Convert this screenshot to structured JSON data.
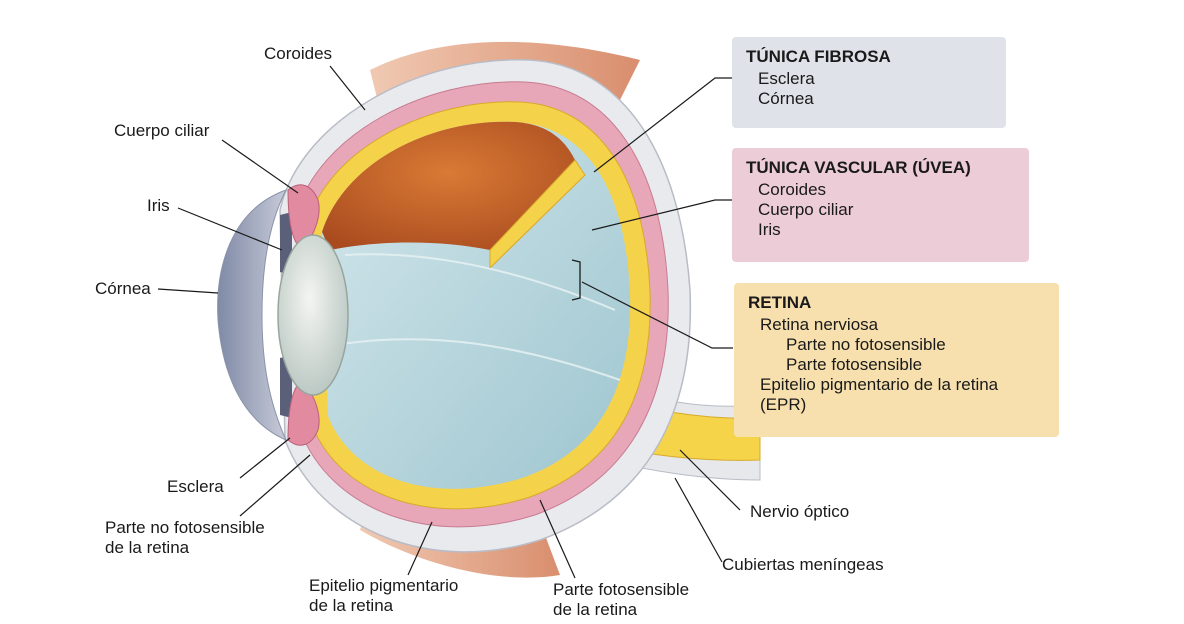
{
  "labels": {
    "coroides": "Coroides",
    "cuerpo_ciliar": "Cuerpo ciliar",
    "iris": "Iris",
    "cornea": "Córnea",
    "esclera": "Esclera",
    "parte_no_foto_1": "Parte no fotosensible",
    "parte_no_foto_2": "de la retina",
    "epitelio_1": "Epitelio pigmentario",
    "epitelio_2": "de la retina",
    "parte_foto_1": "Parte fotosensible",
    "parte_foto_2": "de la retina",
    "nervio_optico": "Nervio óptico",
    "cubiertas": "Cubiertas meníngeas"
  },
  "boxes": {
    "fibrosa": {
      "title": "TÚNICA FIBROSA",
      "items": [
        "Esclera",
        "Córnea"
      ]
    },
    "vascular": {
      "title": "TÚNICA VASCULAR (ÚVEA)",
      "items": [
        "Coroides",
        "Cuerpo ciliar",
        "Iris"
      ]
    },
    "retina": {
      "title": "RETINA",
      "item1": "Retina nerviosa",
      "sub1": "Parte no fotosensible",
      "sub2": "Parte fotosensible",
      "item2": "Epitelio pigmentario de la retina",
      "item3": "(EPR)"
    }
  },
  "colors": {
    "fibrosa_box": "#dfe3e9",
    "vascular_box": "#ecccd7",
    "retina_box": "#f7e0ad",
    "sclera": "#e9eaee",
    "choroid": "#e7a7b8",
    "retina": "#f4d24a",
    "vitreous": "#b9d7df",
    "chamber": "#cf6a2c",
    "muscle": "#e9b59a"
  }
}
